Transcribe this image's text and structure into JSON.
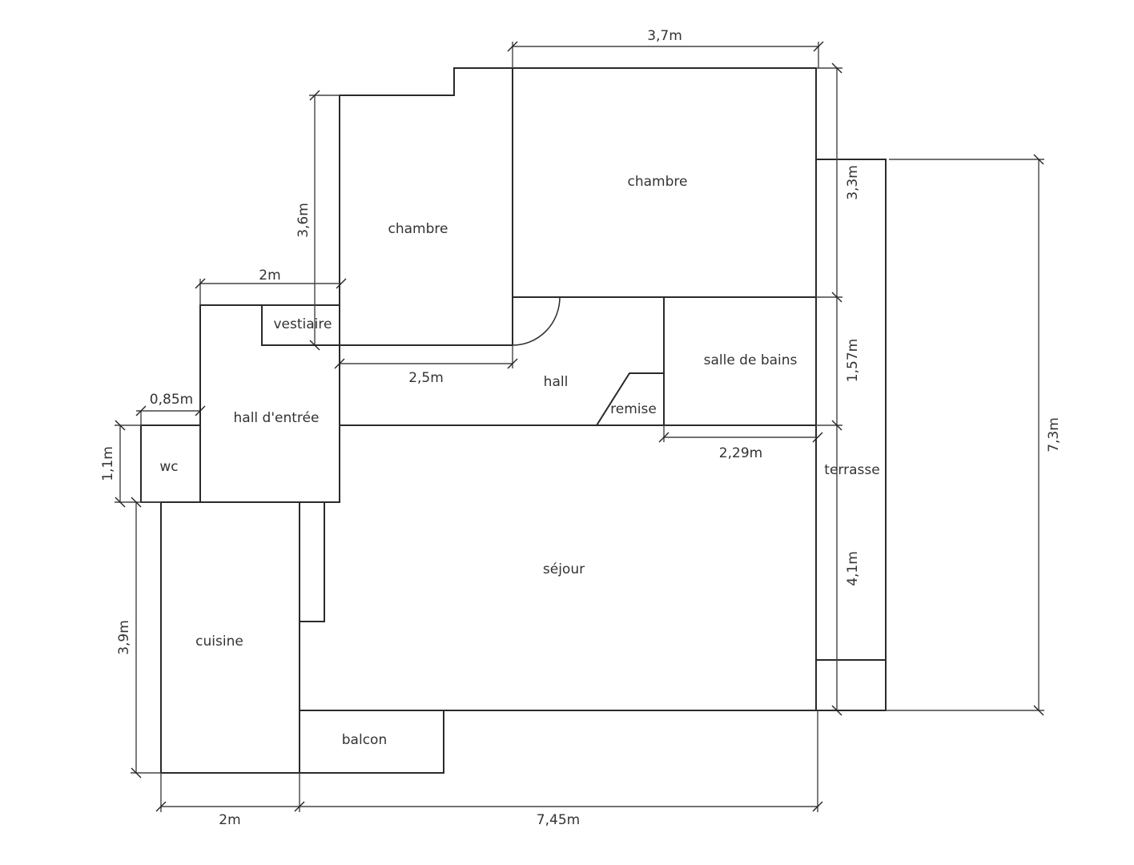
{
  "rooms": {
    "chambre_1": "chambre",
    "chambre_2": "chambre",
    "vestiaire": "vestiaire",
    "hall": "hall",
    "hall_entree": "hall d'entrée",
    "salle_de_bains": "salle de bains",
    "remise": "remise",
    "wc": "wc",
    "sejour": "séjour",
    "cuisine": "cuisine",
    "balcon": "balcon",
    "terrasse": "terrasse"
  },
  "dimensions": {
    "chambre_width": "3,7m",
    "chambre_left_height": "3,6m",
    "hall_entree_width": "2m",
    "hall_width": "2,5m",
    "wc_width": "0,85m",
    "wc_height": "1,1m",
    "cuisine_height": "3,9m",
    "cuisine_width": "2m",
    "sejour_width": "7,45m",
    "salle_de_bains_width": "2,29m",
    "chambre_right_height": "3,3m",
    "salle_de_bains_height": "1,57m",
    "sejour_height": "4,1m",
    "terrasse_height": "7,3m"
  }
}
